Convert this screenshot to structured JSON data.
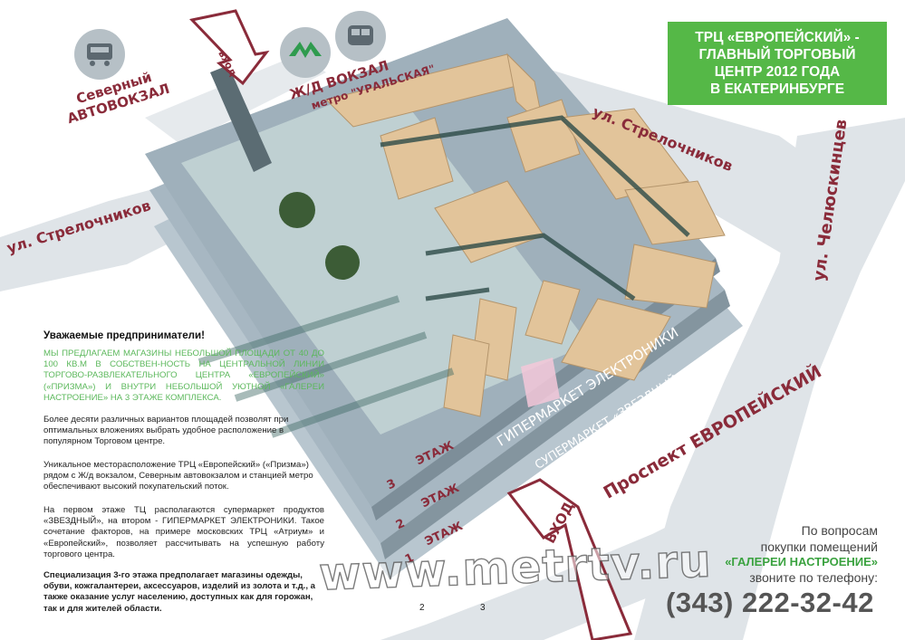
{
  "banner": {
    "lines": [
      "ТРЦ «ЕВРОПЕЙСКИЙ» -",
      "ГЛАВНЫЙ ТОРГОВЫЙ",
      "ЦЕНТР 2012 ГОДА",
      "В ЕКАТЕРИНБУРГЕ"
    ],
    "bg": "#55b847"
  },
  "map": {
    "bus_station": [
      "Северный",
      "АВТОВОКЗАЛ"
    ],
    "railway": "Ж/Д ВОКЗАЛ",
    "metro": "метро \"УРАЛЬСКАЯ\"",
    "street_top_right": "ул. Стрелочников",
    "street_left": "ул. Стрелочников",
    "street_right": "ул. Челюскинцев",
    "avenue": "Проспект ЕВРОПЕЙСКИЙ",
    "entrance_top": "вход",
    "entrance_bottom": "ВХОД"
  },
  "floors": [
    {
      "number": "3",
      "label": "ЭТАЖ",
      "name": "ГИПЕРМАРКЕТ ЭЛЕКТРОНИКИ"
    },
    {
      "number": "2",
      "label": "ЭТАЖ",
      "name": "СУПЕРМАРКЕТ «ЗВЕЗДНЫЙ»"
    },
    {
      "number": "1",
      "label": "ЭТАЖ",
      "name": ""
    }
  ],
  "intro": {
    "heading": "Уважаемые предприниматели!",
    "green_paragraph": "МЫ ПРЕДЛАГАЕМ МАГАЗИНЫ НЕБОЛЬШОЙ ПЛОЩАДИ ОТ 40 ДО 100 КВ.М В СОБСТВЕН-НОСТЬ НА ЦЕНТРАЛЬНОЙ ЛИНИИ ТОРГОВО-РАЗВЛЕКАТЕЛЬНОГО ЦЕНТРА «ЕВРОПЕЙСКИЙ» («ПРИЗМА») И ВНУТРИ НЕБОЛЬШОЙ УЮТНОЙ «ГАЛЕРЕИ НАСТРОЕНИЕ» НА 3 ЭТАЖЕ КОМПЛЕКСА.",
    "p1": "Более десяти различных вариантов площадей позволят при оптимальных вложениях выбрать удобное расположение в популярном Торговом центре.",
    "p2": "Уникальное месторасположение ТРЦ «Европейский» («Призма») рядом с Ж/д вокзалом, Северным автовокзалом и станцией метро обеспечивают высокий покупательский поток.",
    "p3": "На первом этаже ТЦ располагаются супермаркет продуктов «ЗВЕЗДНЫЙ», на втором - ГИПЕРМАРКЕТ ЭЛЕКТРОНИКИ. Такое сочетание факторов, на примере московских ТРЦ «Атриум» и «Европейский», позволяет рассчитывать на успешную работу торгового центра.",
    "p4": "Специализация 3-го этажа предполагает магазины одежды, обуви, кожгалантереи, аксессуаров, изделий из золота и т.д., а также оказание услуг населению, доступных как для горожан, так и для жителей области."
  },
  "contact": {
    "line1": "По вопросам",
    "line2": "покупки помещений",
    "gallery": "«ГАЛЕРЕИ НАСТРОЕНИЕ»",
    "line3": "звоните по телефону:",
    "phone": "(343) 222-32-42"
  },
  "pages": [
    "2",
    "3"
  ],
  "watermark": "www.metrtv.ru",
  "colors": {
    "road": "#dfe4e8",
    "accent": "#8a2b3a",
    "green": "#55b847",
    "wall": "#e2c49a",
    "floor_plate": "#a8b9c4"
  },
  "icons": [
    "bus-icon",
    "metro-logo-icon",
    "train-icon"
  ]
}
